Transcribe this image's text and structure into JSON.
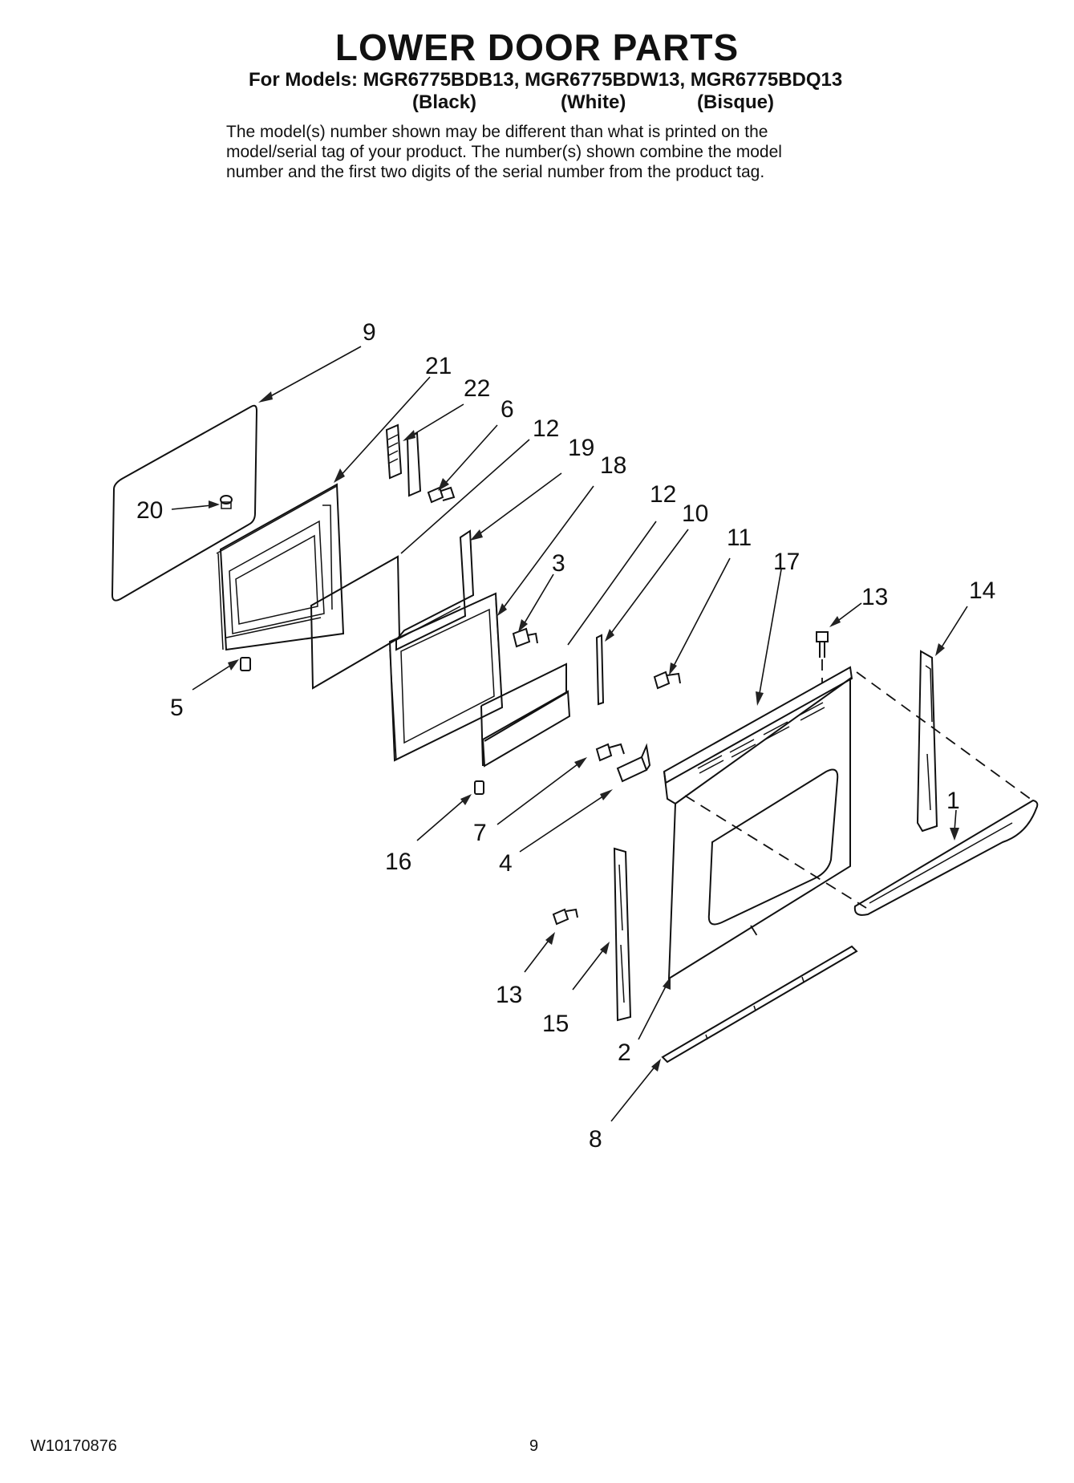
{
  "header": {
    "title": "LOWER DOOR PARTS",
    "models_line": "For Models: MGR6775BDB13, MGR6775BDW13, MGR6775BDQ13",
    "colors": [
      "(Black)",
      "(White)",
      "(Bisque)"
    ],
    "notice": [
      "The model(s) number shown may be different than what is printed on the",
      "model/serial tag of your product. The number(s) shown combine the model",
      "number and the first two digits of the serial number from the product tag."
    ]
  },
  "callouts": {
    "c1": "1",
    "c2": "2",
    "c3": "3",
    "c4": "4",
    "c5": "5",
    "c6": "6",
    "c7": "7",
    "c8": "8",
    "c9": "9",
    "c10": "10",
    "c11": "11",
    "c12a": "12",
    "c12b": "12",
    "c13a": "13",
    "c13b": "13",
    "c14": "14",
    "c15": "15",
    "c16": "16",
    "c17": "17",
    "c18": "18",
    "c19": "19",
    "c20": "20",
    "c21": "21",
    "c22": "22"
  },
  "footer": {
    "doc_number": "W10170876",
    "page_number": "9"
  }
}
